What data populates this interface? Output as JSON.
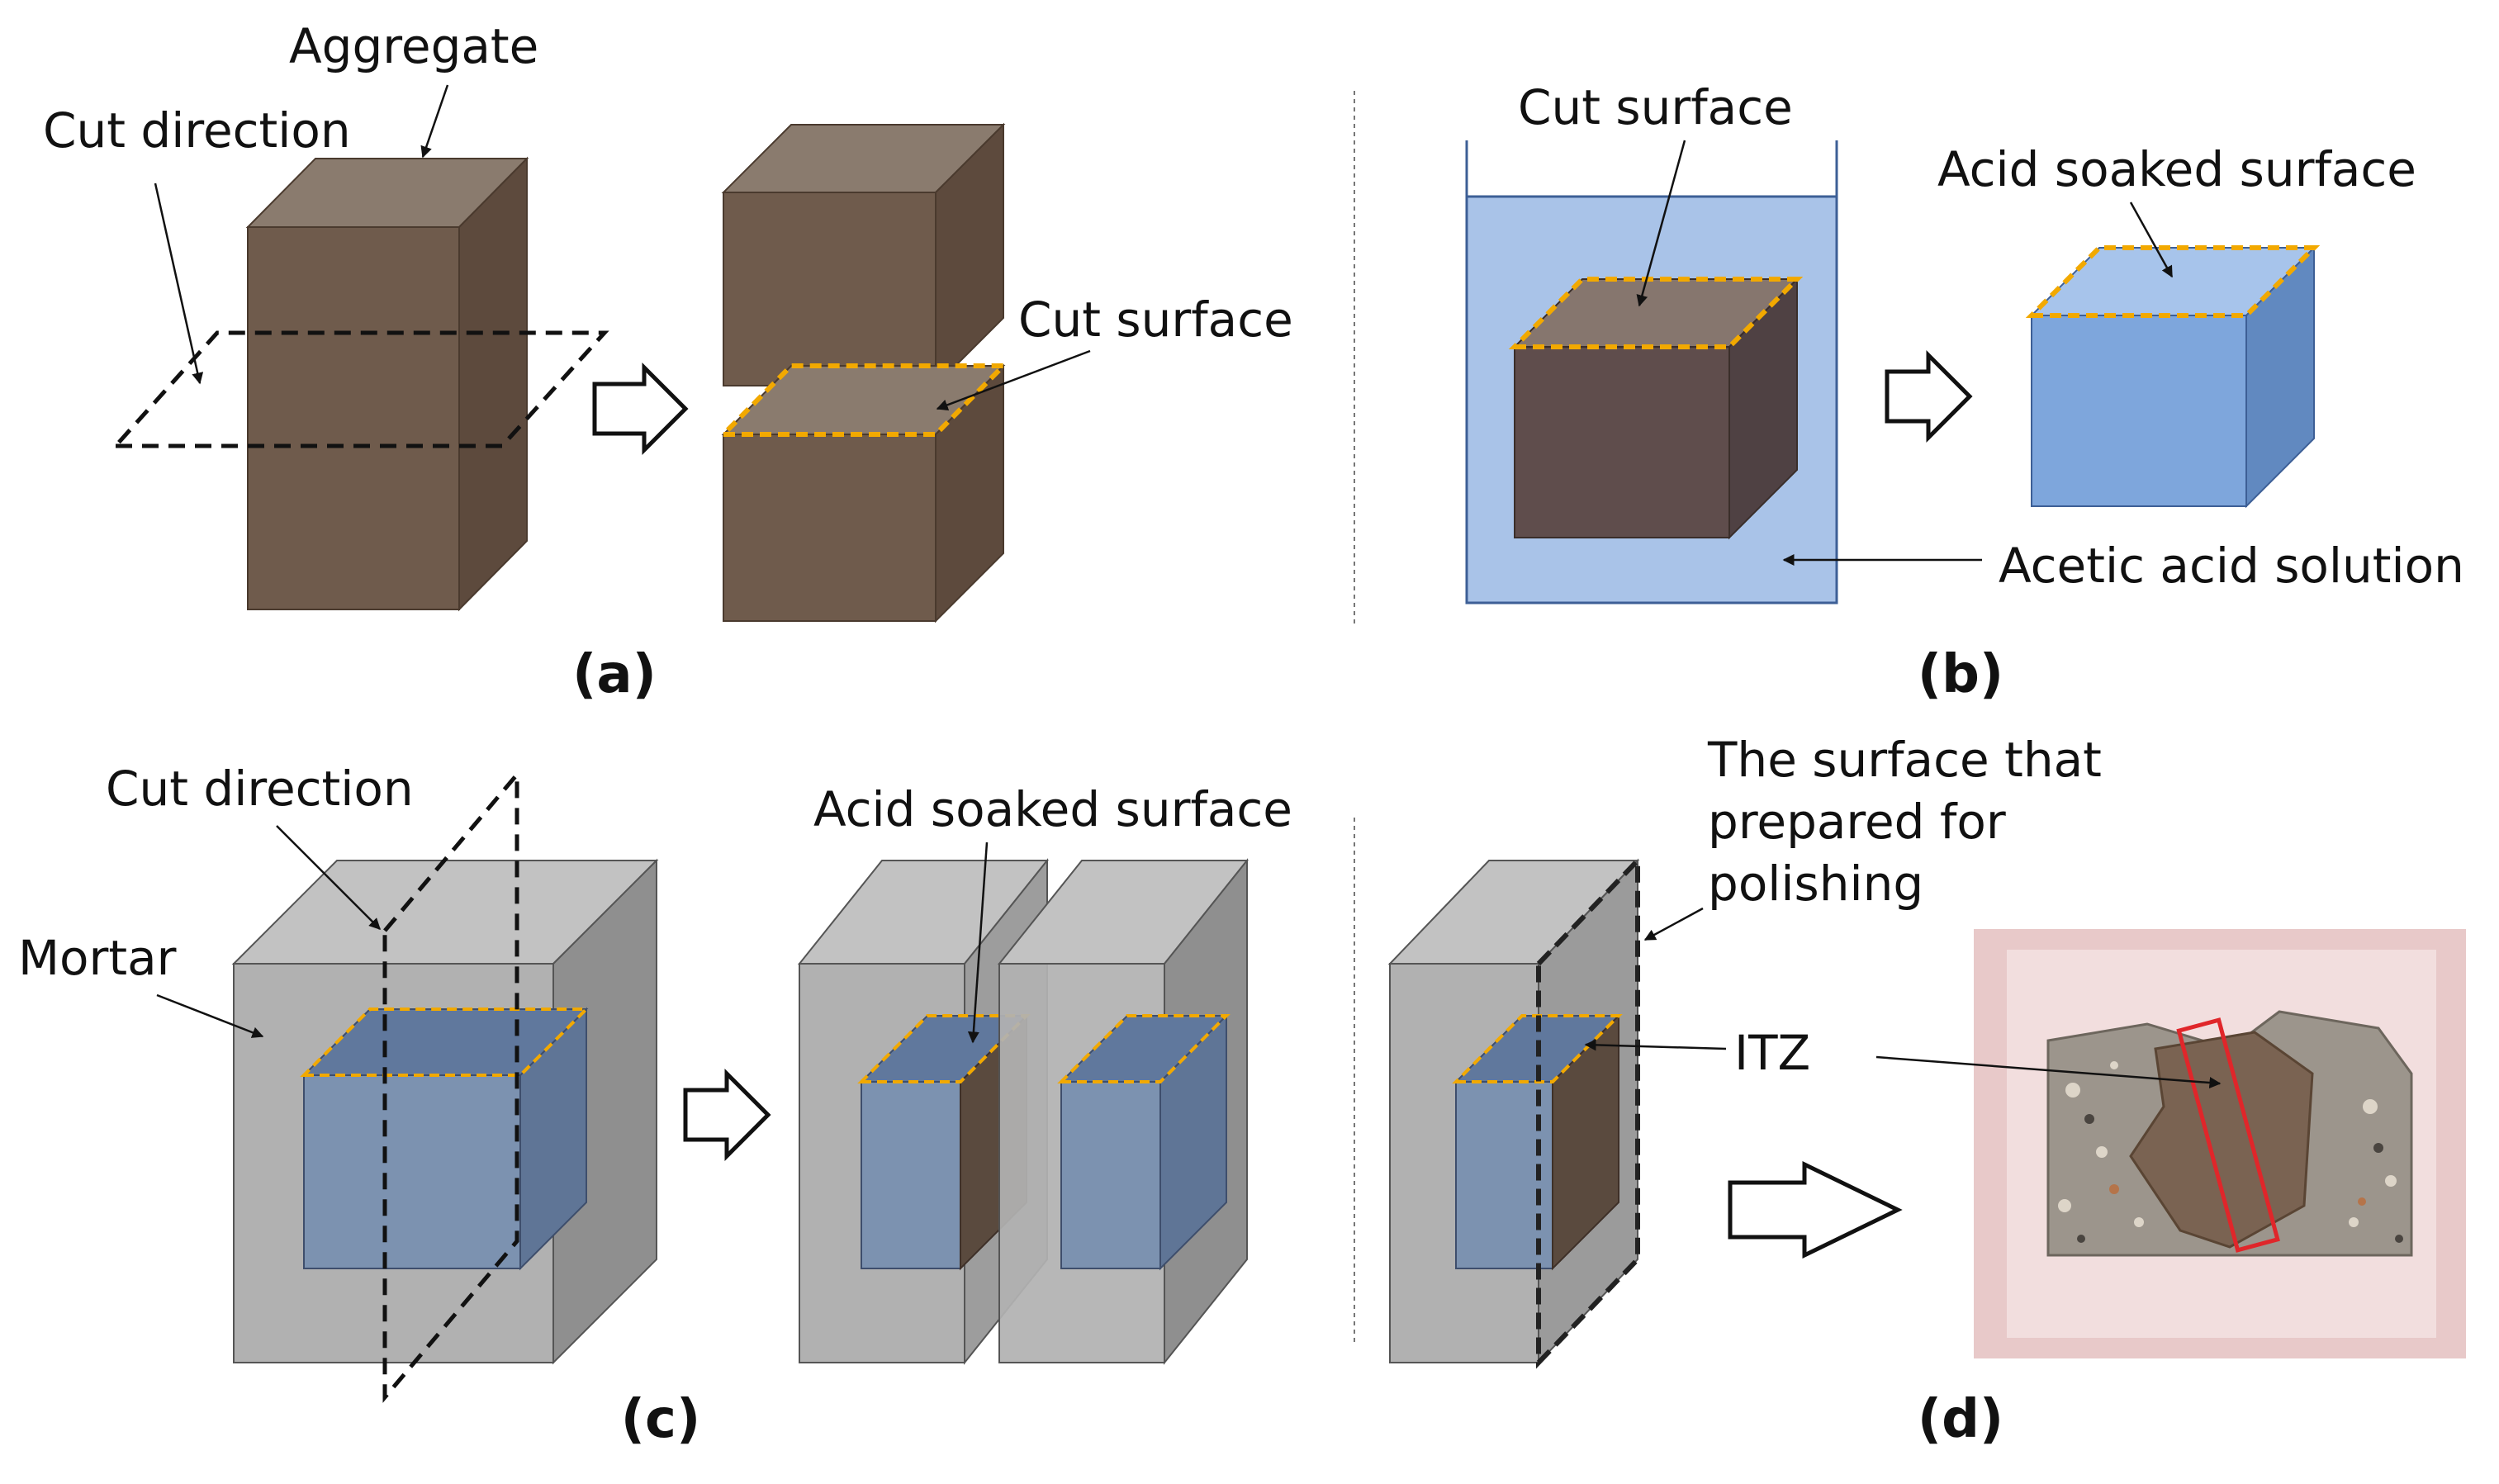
{
  "colors": {
    "aggregate_top": "#8a7b6e",
    "aggregate_front": "#6f5b4c",
    "aggregate_side": "#5d4a3d",
    "acid_bath": "#a9c3e8",
    "acid_cube_front": "#7ea6dc",
    "acid_cube_top": "#a7c4eb",
    "acid_cube_side": "#6189c0",
    "mortar_front": "#b1b1b1",
    "mortar_top": "#c2c2c2",
    "mortar_side": "#8f8f8f",
    "inner_blue": "#6d85a8",
    "cut_outline": "#f2a900",
    "itz_box": "#e0262a"
  },
  "panel_a": {
    "label_aggregate": "Aggregate",
    "label_cut_direction": "Cut direction",
    "label_cut_surface": "Cut surface",
    "panel_label": "(a)"
  },
  "panel_b": {
    "label_cut_surface": "Cut surface",
    "label_acid_soaked": "Acid soaked surface",
    "label_acetic_acid": "Acetic acid solution",
    "panel_label": "(b)"
  },
  "panel_c": {
    "label_cut_direction": "Cut direction",
    "label_mortar": "Mortar",
    "label_acid_soaked": "Acid soaked surface",
    "panel_label": "(c)"
  },
  "panel_d": {
    "label_polish_line1": "The surface that",
    "label_polish_line2": "prepared for",
    "label_polish_line3": "polishing",
    "label_itz": "ITZ",
    "panel_label": "(d)"
  }
}
